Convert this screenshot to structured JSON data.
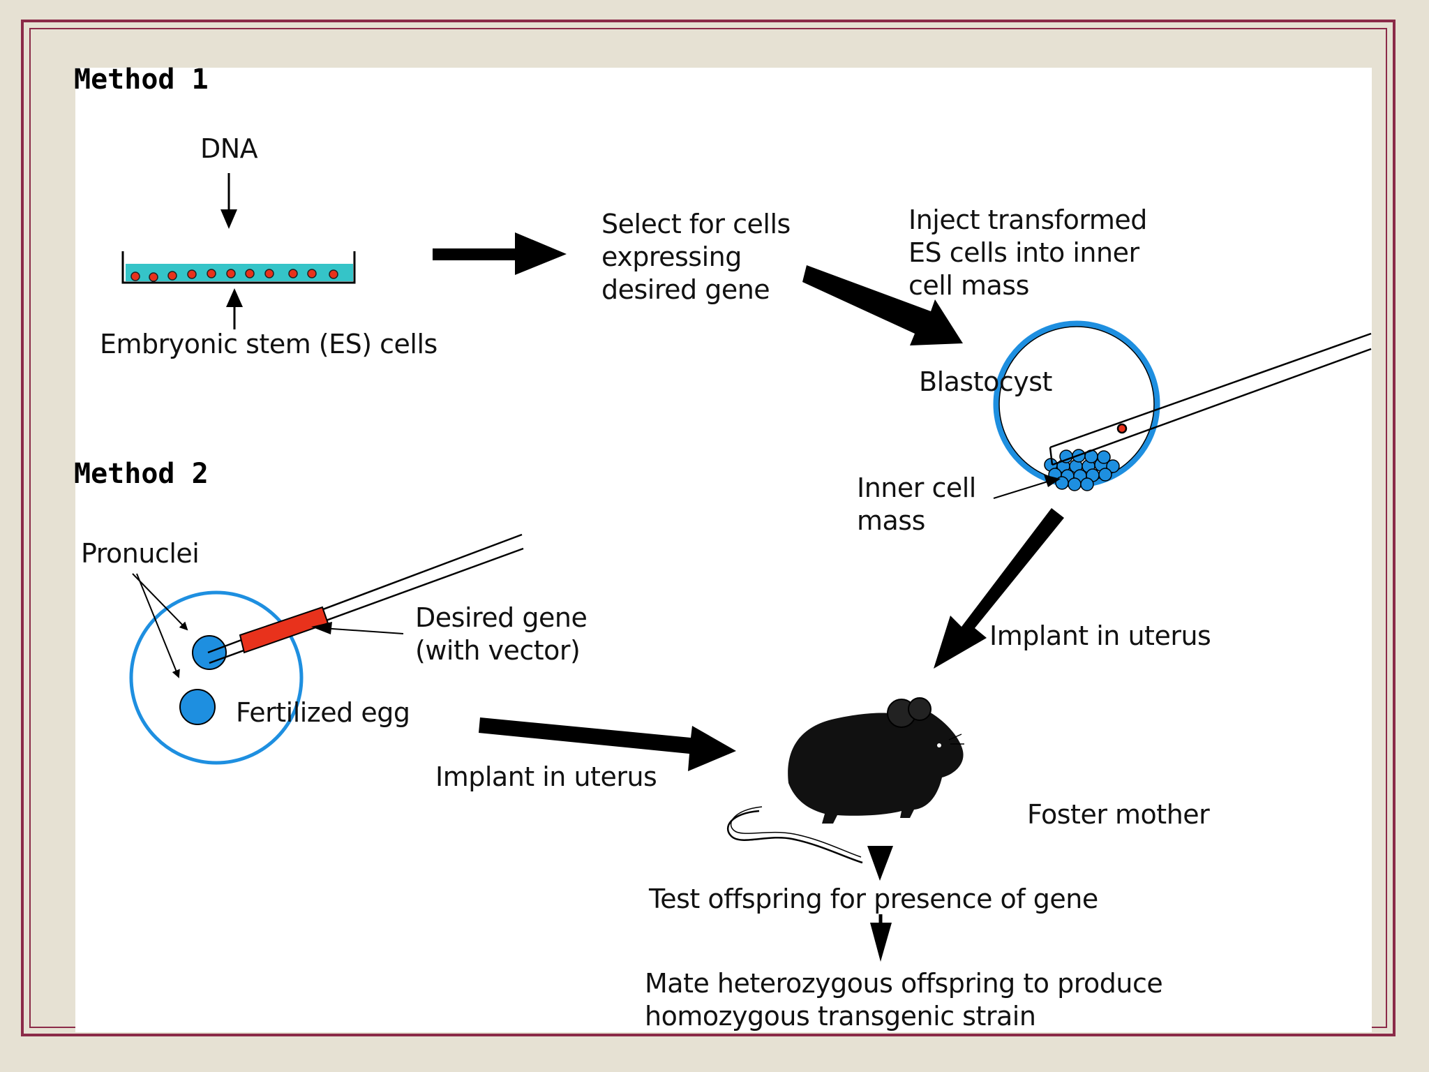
{
  "method1": {
    "heading": "Method 1",
    "dna": "DNA",
    "es_cells": "Embryonic stem (ES) cells",
    "select": "Select for cells\nexpressing\ndesired gene",
    "inject": "Inject transformed\nES cells into inner\ncell mass",
    "blastocyst": "Blastocyst",
    "inner_cell_mass": "Inner cell\nmass",
    "implant": "Implant in uterus"
  },
  "method2": {
    "heading": "Method 2",
    "pronuclei": "Pronuclei",
    "desired_gene": "Desired gene\n(with vector)",
    "fertilized_egg": "Fertilized egg",
    "implant": "Implant in uterus"
  },
  "outcome": {
    "foster_mother": "Foster mother",
    "test": "Test offspring for presence of gene",
    "mate": "Mate heterozygous offspring to produce\nhomozygous transgenic strain"
  },
  "colors": {
    "frame": "#8b2a48",
    "background": "#e6e1d3",
    "cell_blue": "#1e8fe0",
    "dish_teal": "#35c4c8",
    "gene_red": "#e8321c"
  }
}
